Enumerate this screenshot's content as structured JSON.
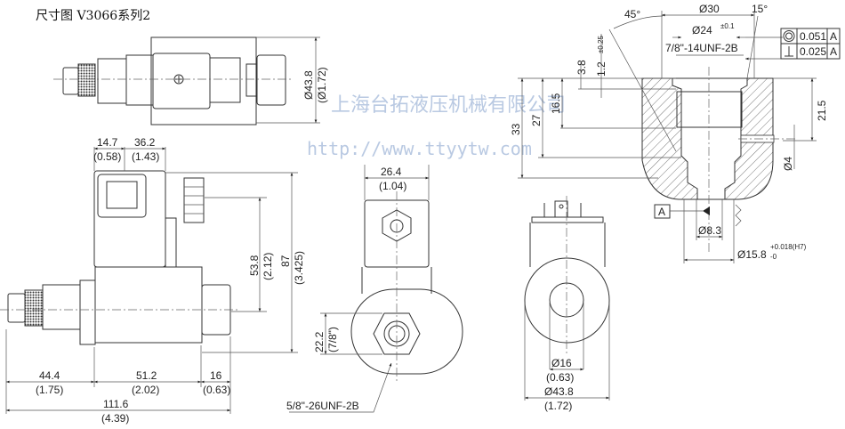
{
  "title": "尺寸图 V3066系列2",
  "watermark": {
    "company": "上海台拓液压机械有限公司",
    "url": "http://www.ttyytw.com"
  },
  "top_view": {
    "dia_mm": "Ø43.8",
    "dia_in": "(Ø1.72)"
  },
  "side_view": {
    "d1_mm": "14.7",
    "d1_in": "(0.58)",
    "d2_mm": "36.2",
    "d2_in": "(1.43)",
    "d3_mm": "53.8",
    "d3_in": "(2.12)",
    "d4_mm": "87",
    "d4_in": "(3.425)",
    "d5_mm": "44.4",
    "d5_in": "(1.75)",
    "d6_mm": "51.2",
    "d6_in": "(2.02)",
    "d7_mm": "16",
    "d7_in": "(0.63)",
    "d8_mm": "111.6",
    "d8_in": "(4.39)"
  },
  "end_view": {
    "width_mm": "26.4",
    "width_in": "(1.04)",
    "hex_mm": "22.2",
    "hex_in": "(7/8\")",
    "thread": "5/8\"-26UNF-2B"
  },
  "coil_view": {
    "inner_mm": "Ø16",
    "inner_in": "(0.63)",
    "outer_mm": "Ø43.8",
    "outer_in": "(1.72)"
  },
  "cavity": {
    "angle_left": "45°",
    "angle_right": "15°",
    "dia30": "Ø30",
    "dia24": "Ø24",
    "dia24_tol": "±0.1",
    "thread": "7/8\"-14UNF-2B",
    "tol1_value": "0.051",
    "tol1_datum": "A",
    "tol2_value": "0.025",
    "tol2_datum": "A",
    "d38": "3.8",
    "d12": "1.2",
    "d12_tol": "±0.25",
    "d165": "16.5",
    "d27": "27",
    "d33": "33",
    "d215": "21.5",
    "d4": "Ø4",
    "datum": "A",
    "d83": "Ø8.3",
    "d158": "Ø15.8",
    "d158_tol_upper": "+0.018(H7)",
    "d158_tol_lower": "-0"
  }
}
